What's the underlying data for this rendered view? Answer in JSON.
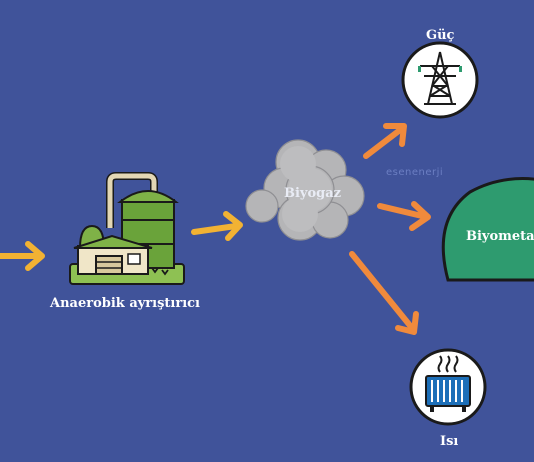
{
  "diagram": {
    "source": {
      "label": "Anaerobik ayrıştırıcı",
      "icon": "biogas-plant-icon"
    },
    "hub": {
      "label": "Biyogaz",
      "icon": "cloud-icon"
    },
    "outputs": [
      {
        "id": "power",
        "label": "Güç",
        "icon": "transmission-tower-icon"
      },
      {
        "id": "biomethane",
        "label": "Biyometa"
      },
      {
        "id": "heat",
        "label": "Isı",
        "icon": "radiator-icon"
      }
    ]
  },
  "watermark": "esenenerji",
  "colors": {
    "background": "#40539a",
    "arrow_orange": "#f08a3c",
    "arrow_yellow": "#f2b233",
    "cloud": "#b5b5b7",
    "plant_green": "#7fb247",
    "biomethane_fill": "#2e9b6f",
    "icon_blue": "#1d6fb8",
    "outline": "#1a1a1a"
  }
}
